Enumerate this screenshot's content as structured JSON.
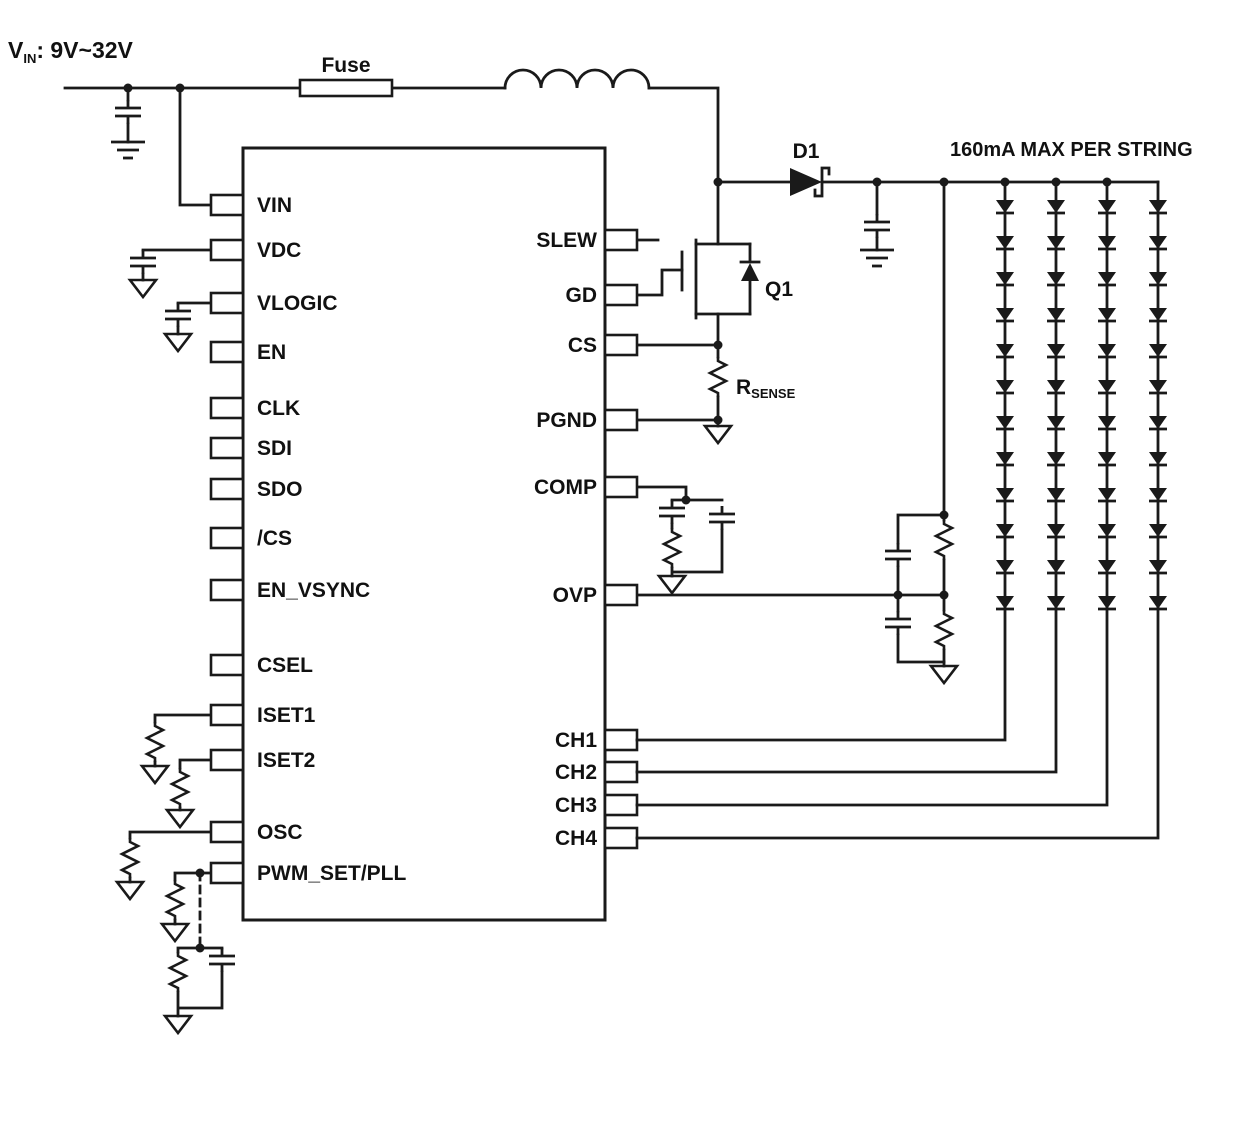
{
  "canvas": {
    "background": "#ffffff",
    "ink": "#1a1a1a"
  },
  "labels": {
    "input_voltage": {
      "base": "V",
      "sub": "IN",
      "rest": ": 9V~32V"
    },
    "fuse": "Fuse",
    "diode": "D1",
    "mosfet": "Q1",
    "sense_resistor": {
      "base": "R",
      "sub": "SENSE"
    },
    "string_current_note": "160mA MAX PER STRING"
  },
  "ic": {
    "left_pins": [
      "VIN",
      "VDC",
      "VLOGIC",
      "EN",
      "CLK",
      "SDI",
      "SDO",
      "/CS",
      "EN_VSYNC",
      "CSEL",
      "ISET1",
      "ISET2",
      "OSC",
      "PWM_SET/PLL"
    ],
    "right_pins": [
      "SLEW",
      "GD",
      "CS",
      "PGND",
      "COMP",
      "OVP",
      "CH1",
      "CH2",
      "CH3",
      "CH4"
    ]
  }
}
